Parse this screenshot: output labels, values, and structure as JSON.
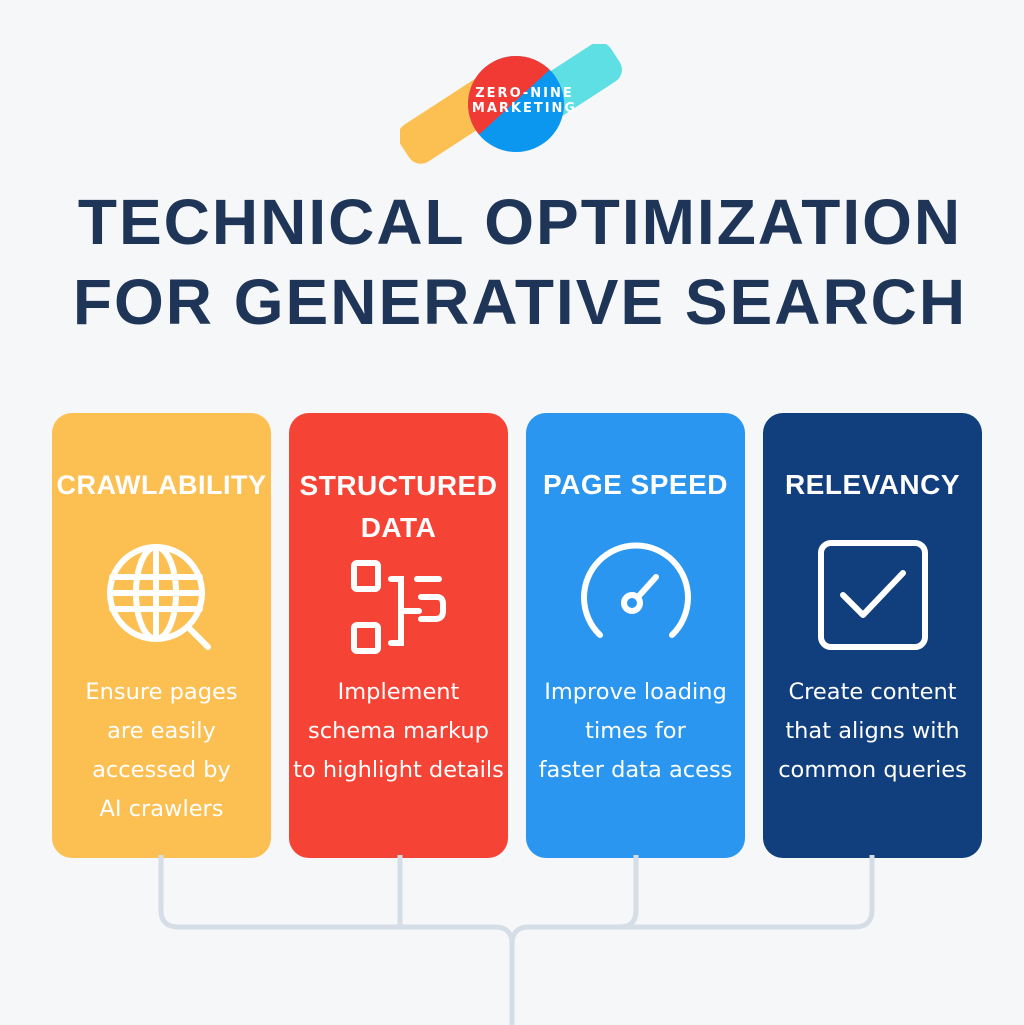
{
  "logo": {
    "line1": "ZERO-NINE",
    "line2": "MARKETING"
  },
  "title": {
    "line1": "TECHNICAL OPTIMIZATION",
    "line2": "FOR GENERATIVE SEARCH"
  },
  "colors": {
    "background": "#f6f7f8",
    "title": "#1f3557",
    "crawlability": "#fcc052",
    "structured_data": "#f54336",
    "page_speed": "#2a96f0",
    "relevancy": "#113e7c",
    "connector": "#d5dde6"
  },
  "cards": [
    {
      "heading": "CRAWLABILITY",
      "icon": "globe-search-icon",
      "body": [
        "Ensure pages",
        "are easily",
        "accessed by",
        "AI crawlers"
      ]
    },
    {
      "heading_lines": [
        "STRUCTURED",
        "DATA"
      ],
      "icon": "structured-data-icon",
      "body": [
        "Implement",
        "schema markup",
        "to highlight details"
      ]
    },
    {
      "heading": "PAGE SPEED",
      "icon": "speedometer-icon",
      "body": [
        "Improve loading",
        "times for",
        "faster data acess"
      ]
    },
    {
      "heading": "RELEVANCY",
      "icon": "checkbox-icon",
      "body": [
        "Create content",
        "that aligns with",
        "common queries"
      ]
    }
  ]
}
